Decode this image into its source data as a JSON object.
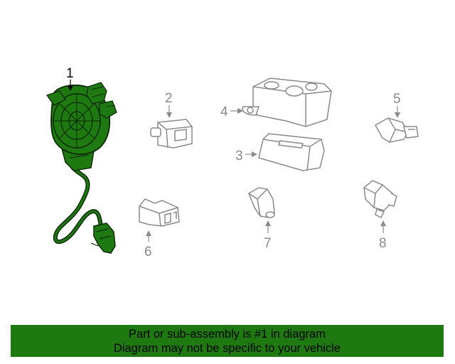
{
  "colors": {
    "highlight_fill": "#1e7a10",
    "highlight_stroke": "#0b2a05",
    "part_stroke": "#8a8a8a",
    "banner_bg": "#1e7a10"
  },
  "callouts": {
    "c1": "1",
    "c2": "2",
    "c3": "3",
    "c4": "4",
    "c5": "5",
    "c6": "6",
    "c7": "7",
    "c8": "8"
  },
  "banner": {
    "line1": "Part or sub-assembly is #1 in diagram",
    "line2": "Diagram may not be specific to your vehicle"
  }
}
